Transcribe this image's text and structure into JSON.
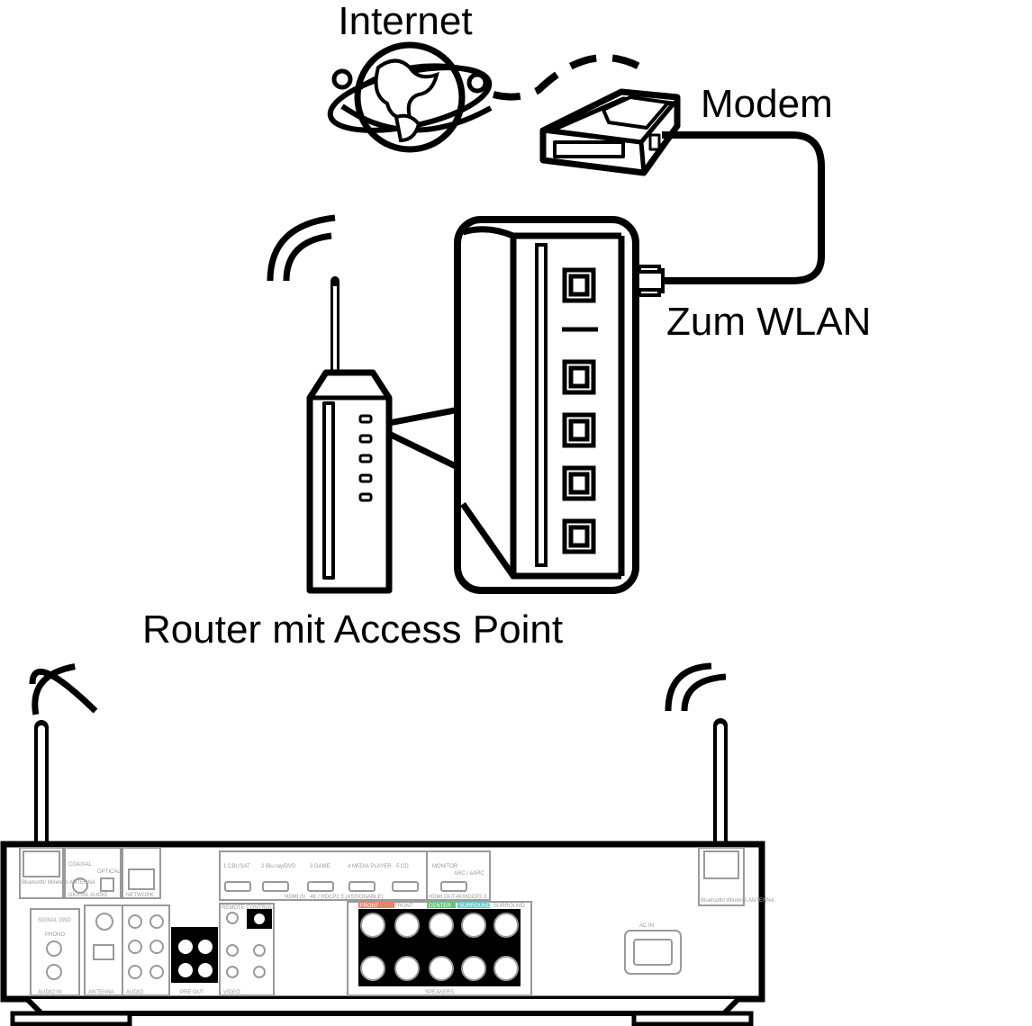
{
  "labels": {
    "internet": "Internet",
    "modem": "Modem",
    "lan": "Zum WLAN",
    "router": "Router mit Access Point"
  },
  "receiver": {
    "antenna_left": "Bluetooth/ Wireless ANTENNA",
    "antenna_right": "Bluetooth/ Wireless ANTENNA",
    "digital_audio": "DIGITAL AUDIO",
    "coaxial": "COAXIAL",
    "optical": "OPTICAL",
    "network": "NETWORK",
    "hdmi_inputs": [
      "1 CBL/SAT",
      "2 Blu-ray/DVD",
      "3 GAME",
      "4 MEDIA PLAYER",
      "5 CD"
    ],
    "hdmi_in_label": "HDMI IN",
    "hdmi_in_detail": "4K / HDCP2.3 (ASSIGNABLE)",
    "monitor": "MONITOR",
    "arc": "ARC / eARC",
    "hdmi_out_label": "HDMI OUT",
    "hdmi_out_detail": "4K/HDCP2.3",
    "remote_control": "REMOTE CONTROL",
    "pre_out": "PRE OUT",
    "video_label": "VIDEO",
    "audio_in": "AUDIO IN",
    "antenna_label": "ANTENNA",
    "audio_label": "AUDIO",
    "phono": "PHONO",
    "signal_gnd": "SIGNAL GND",
    "speakers": "SPEAKERS",
    "speaker_channels": [
      "FRONT",
      "FRONT",
      "CENTER",
      "SURROUND",
      "SURROUND"
    ],
    "ac_in": "AC IN"
  },
  "colors": {
    "line": "#000000",
    "receiver_line": "#9a9a9a",
    "front_left": "#e8846c",
    "center": "#66c47a",
    "surround": "#6cc7c9"
  }
}
